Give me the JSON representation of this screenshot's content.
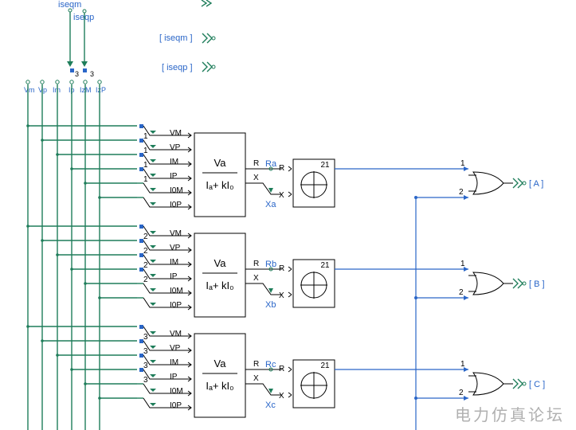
{
  "top_signals": [
    "iseqm",
    "iseqp"
  ],
  "bus_taps": [
    "Vm",
    "Vp",
    "Im",
    "Ip",
    "IzM",
    "IzP"
  ],
  "selector_indices": [
    "3",
    "3"
  ],
  "rows": [
    {
      "idx": "1",
      "inputs": [
        "VM",
        "VP",
        "IM",
        "IP",
        "I0M",
        "I0P"
      ],
      "outputs": [
        "R",
        "X"
      ],
      "r_label": "Ra",
      "x_label": "Xa",
      "relay": "21",
      "relay_in": [
        "R",
        "X"
      ],
      "phase_label": "[ A ]"
    },
    {
      "idx": "2",
      "inputs": [
        "VM",
        "VP",
        "IM",
        "IP",
        "I0M",
        "I0P"
      ],
      "outputs": [
        "R",
        "X"
      ],
      "r_label": "Rb",
      "x_label": "Xb",
      "relay": "21",
      "relay_in": [
        "R",
        "X"
      ],
      "phase_label": "[ B ]"
    },
    {
      "idx": "3",
      "inputs": [
        "VM",
        "VP",
        "IM",
        "IP",
        "I0M",
        "I0P"
      ],
      "outputs": [
        "R",
        "X"
      ],
      "r_label": "Rc",
      "x_label": "Xc",
      "relay": "21",
      "relay_in": [
        "R",
        "X"
      ],
      "phase_label": "[ C ]"
    }
  ],
  "formula": {
    "num": "Va",
    "den": "Iₐ+ kI₀"
  },
  "or_inputs": [
    "1",
    "2"
  ],
  "tags": [
    "[ iseqm ]",
    "[ iseqp ]"
  ],
  "watermark": "电力仿真论坛",
  "colors": {
    "wire_green": "#1e7d5a",
    "wire_blue": "#2a66c8",
    "text_blue": "#2a66c8",
    "watermark": "#b0b0b0"
  }
}
